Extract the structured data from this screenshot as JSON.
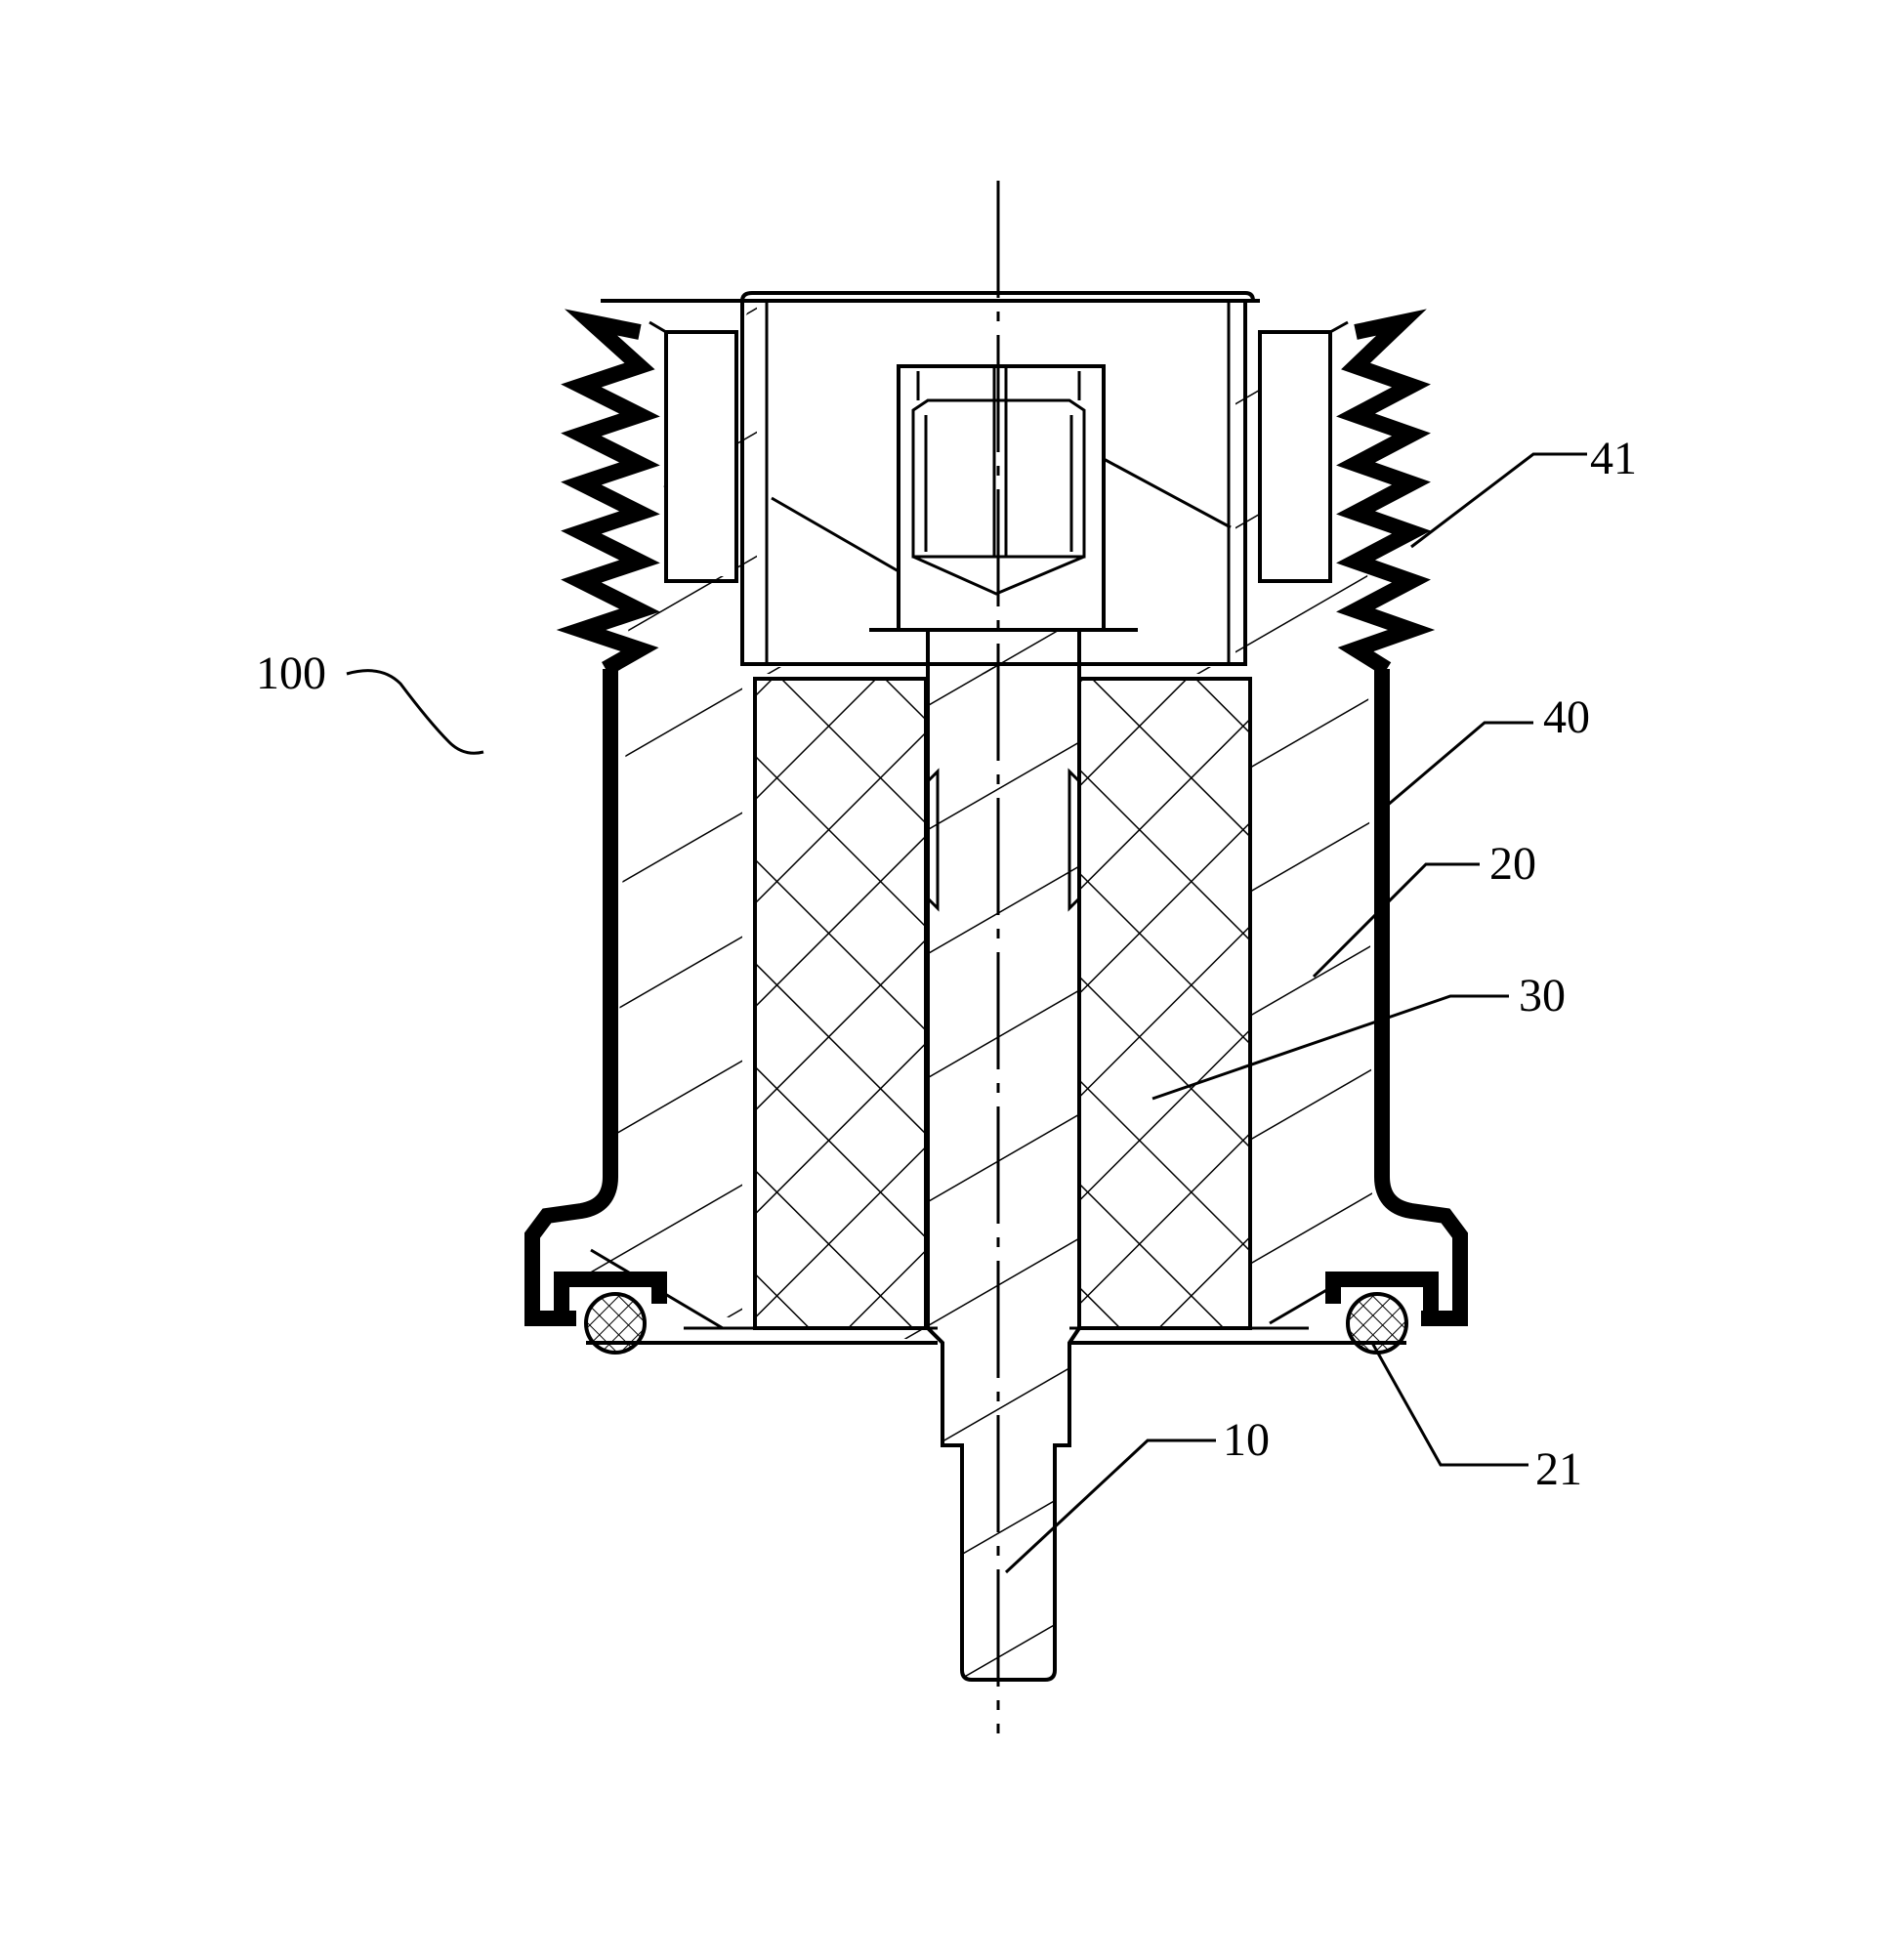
{
  "figure": {
    "labels": {
      "assembly": "100",
      "shaft": "10",
      "housing": "20",
      "seal_ring": "21",
      "coil": "30",
      "shell": "40",
      "thread": "41"
    }
  },
  "colors": {
    "line": "#000000",
    "background": "#ffffff"
  }
}
